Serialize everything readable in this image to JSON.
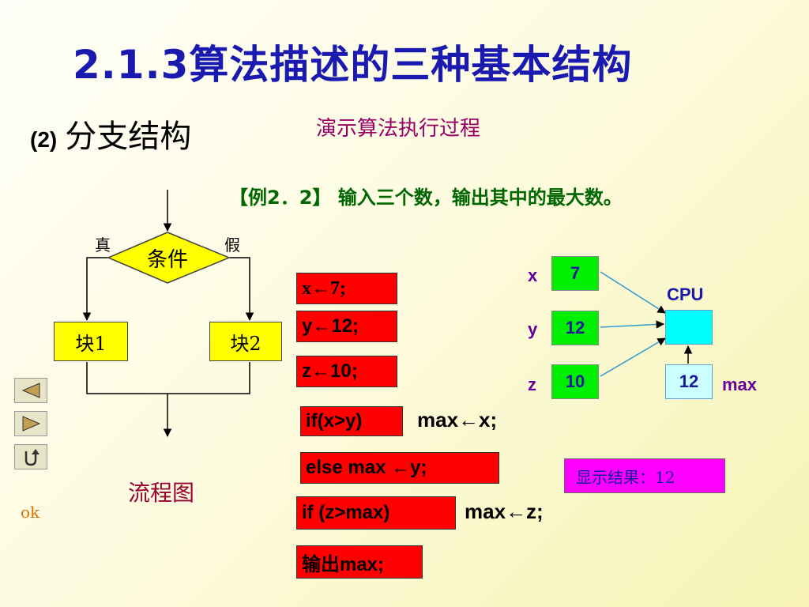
{
  "title": "2.1.3算法描述的三种基本结构",
  "subtitle": {
    "number": "(2)",
    "text": "分支结构"
  },
  "demo_link": "演示算法执行过程",
  "example": "【例2．2】  输入三个数，输出其中的最大数。",
  "flowchart": {
    "true_label": "真",
    "false_label": "假",
    "condition": "条件",
    "block1": "块1",
    "block2": "块2",
    "caption": "流程图"
  },
  "ok_label": "ok",
  "nav": {
    "back_icon": "triangle-left-icon",
    "forward_icon": "triangle-right-icon",
    "return_icon": "u-turn-icon"
  },
  "statements": {
    "s1": "x←7;",
    "s2": "y←12;",
    "s3": "z←10;",
    "s4_boxed": "if(x>y)",
    "s4_rest": "max←x;",
    "s5": "else  max ←y;",
    "s6_boxed": "if (z>max)",
    "s6_rest": "max←z;",
    "s7": "输出max;"
  },
  "memory": {
    "x_name": "x",
    "x_value": "7",
    "y_name": "y",
    "y_value": "12",
    "z_name": "z",
    "z_value": "10",
    "cpu_label": "CPU",
    "max_value": "12",
    "max_name": "max"
  },
  "result": "显示结果：12",
  "colors": {
    "title": "#1a1ab0",
    "statement_bg": "#ff0000",
    "variable_bg": "#00ee00",
    "cpu_bg": "#00ffff",
    "result_bg": "#ff00ff",
    "flow_block_bg": "#ffff00"
  }
}
